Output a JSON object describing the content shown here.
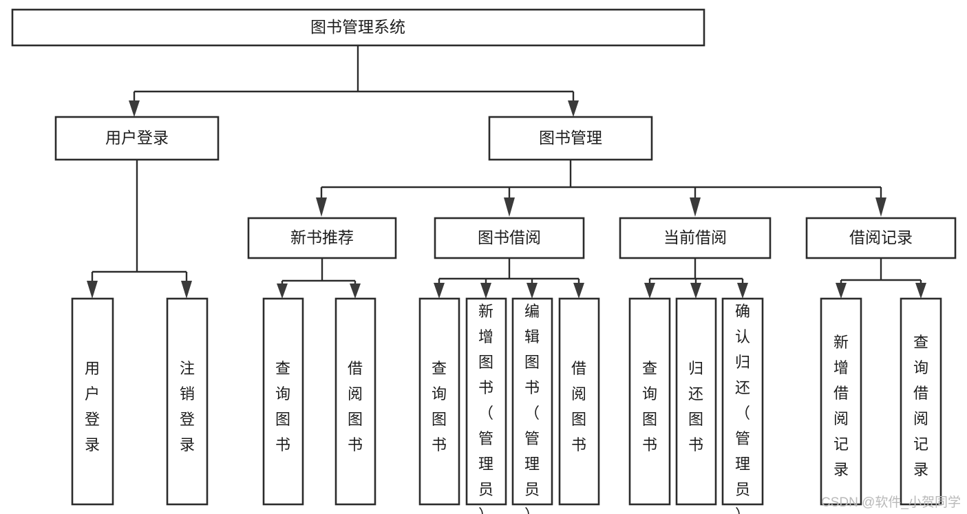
{
  "diagram": {
    "title": "图书管理系统",
    "type": "tree-hierarchy",
    "levels": [
      {
        "level": 1,
        "nodes": [
          {
            "id": "root",
            "label": "图书管理系统",
            "orientation": "horizontal"
          }
        ]
      },
      {
        "level": 2,
        "nodes": [
          {
            "id": "user-login",
            "label": "用户登录",
            "orientation": "horizontal",
            "parent": "root"
          },
          {
            "id": "book-manage",
            "label": "图书管理",
            "orientation": "horizontal",
            "parent": "root"
          }
        ]
      },
      {
        "level": 3,
        "nodes": [
          {
            "id": "new-book-rec",
            "label": "新书推荐",
            "orientation": "horizontal",
            "parent": "book-manage"
          },
          {
            "id": "book-borrow",
            "label": "图书借阅",
            "orientation": "horizontal",
            "parent": "book-manage"
          },
          {
            "id": "current-borrow",
            "label": "当前借阅",
            "orientation": "horizontal",
            "parent": "book-manage"
          },
          {
            "id": "borrow-record",
            "label": "借阅记录",
            "orientation": "horizontal",
            "parent": "book-manage"
          }
        ]
      },
      {
        "level": 4,
        "nodes": [
          {
            "id": "leaf-user-login",
            "label": "用户登录",
            "orientation": "vertical",
            "parent": "user-login"
          },
          {
            "id": "leaf-logout",
            "label": "注销登录",
            "orientation": "vertical",
            "parent": "user-login"
          },
          {
            "id": "leaf-query-book-1",
            "label": "查询图书",
            "orientation": "vertical",
            "parent": "new-book-rec"
          },
          {
            "id": "leaf-borrow-book-1",
            "label": "借阅图书",
            "orientation": "vertical",
            "parent": "new-book-rec"
          },
          {
            "id": "leaf-query-book-2",
            "label": "查询图书",
            "orientation": "vertical",
            "parent": "book-borrow"
          },
          {
            "id": "leaf-add-book",
            "label": "新增图书（管理员）",
            "orientation": "vertical",
            "parent": "book-borrow"
          },
          {
            "id": "leaf-edit-book",
            "label": "编辑图书（管理员）",
            "orientation": "vertical",
            "parent": "book-borrow"
          },
          {
            "id": "leaf-borrow-book-2",
            "label": "借阅图书",
            "orientation": "vertical",
            "parent": "book-borrow"
          },
          {
            "id": "leaf-query-book-3",
            "label": "查询图书",
            "orientation": "vertical",
            "parent": "current-borrow"
          },
          {
            "id": "leaf-return-book",
            "label": "归还图书",
            "orientation": "vertical",
            "parent": "current-borrow"
          },
          {
            "id": "leaf-confirm-return",
            "label": "确认归还（管理员）",
            "orientation": "vertical",
            "parent": "current-borrow"
          },
          {
            "id": "leaf-add-record",
            "label": "新增借阅记录",
            "orientation": "vertical",
            "parent": "borrow-record"
          },
          {
            "id": "leaf-query-record",
            "label": "查询借阅记录",
            "orientation": "vertical",
            "parent": "borrow-record"
          }
        ]
      }
    ]
  },
  "watermark": {
    "text": "CSDN @软件_小贺同学"
  },
  "colors": {
    "box_stroke": "#2b2b2b",
    "box_fill": "#ffffff",
    "connector": "#2b2b2b",
    "text": "#1c1c1c",
    "watermark": "#b9b9b9",
    "background": "#ffffff"
  }
}
